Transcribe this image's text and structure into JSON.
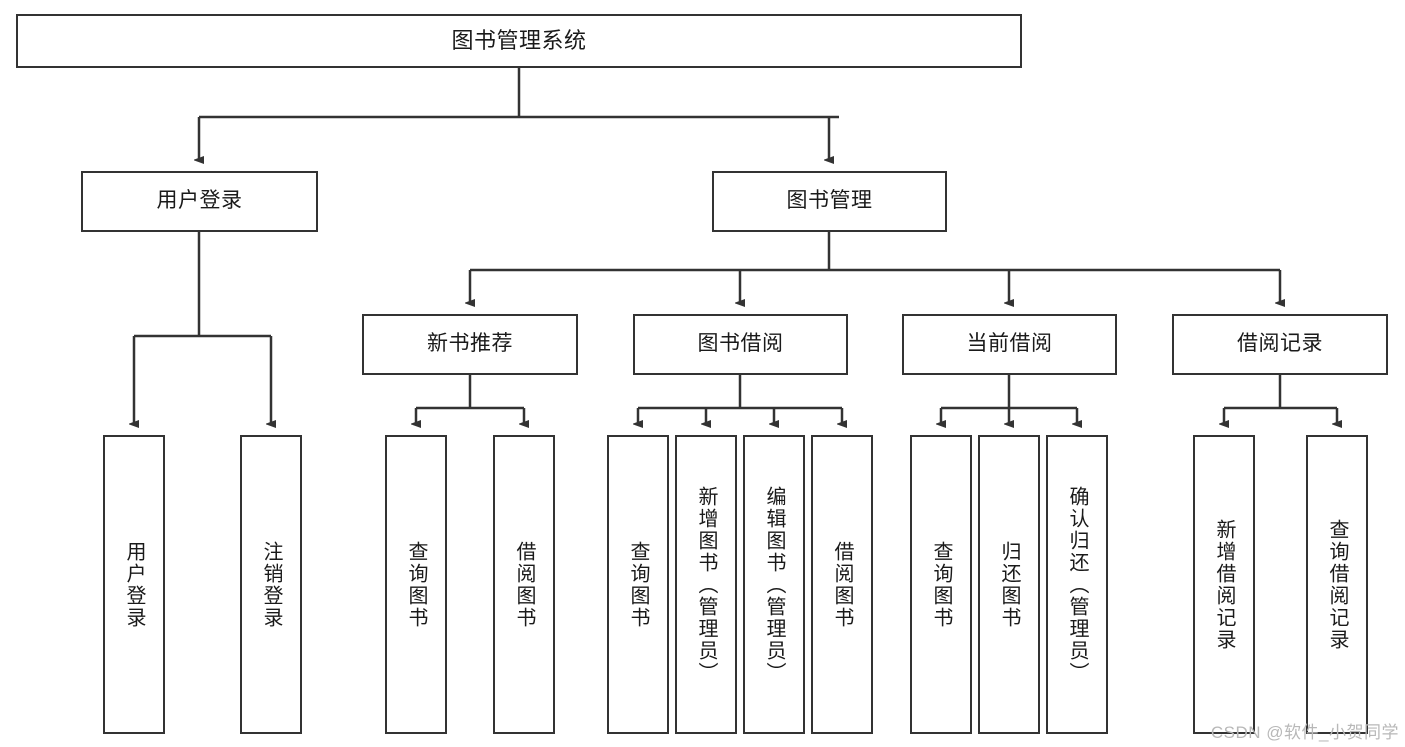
{
  "diagram": {
    "title": "图书管理系统",
    "type": "tree-hierarchy",
    "style": {
      "background": "#ffffff",
      "box_border": "#333333",
      "box_fill": "#ffffff",
      "text": "#1a1a1a",
      "connector": "#333333",
      "watermark_color": "#b8b8b8"
    },
    "root": {
      "label": "图书管理系统"
    },
    "level2": [
      {
        "label": "用户登录"
      },
      {
        "label": "图书管理"
      }
    ],
    "level3": [
      {
        "label": "新书推荐"
      },
      {
        "label": "图书借阅"
      },
      {
        "label": "当前借阅"
      },
      {
        "label": "借阅记录"
      }
    ],
    "leaves": {
      "user_login": [
        {
          "label": "用户登录"
        },
        {
          "label": "注销登录"
        }
      ],
      "new_book_recommend": [
        {
          "label": "查询图书"
        },
        {
          "label": "借阅图书"
        }
      ],
      "book_borrow": [
        {
          "label": "查询图书"
        },
        {
          "label": "新增图书（管理员）"
        },
        {
          "label": "编辑图书（管理员）"
        },
        {
          "label": "借阅图书"
        }
      ],
      "current_borrow": [
        {
          "label": "查询图书"
        },
        {
          "label": "归还图书"
        },
        {
          "label": "确认归还（管理员）"
        }
      ],
      "borrow_records": [
        {
          "label": "新增借阅记录"
        },
        {
          "label": "查询借阅记录"
        }
      ]
    }
  },
  "watermark": {
    "text": "CSDN @软件_小贺同学"
  }
}
